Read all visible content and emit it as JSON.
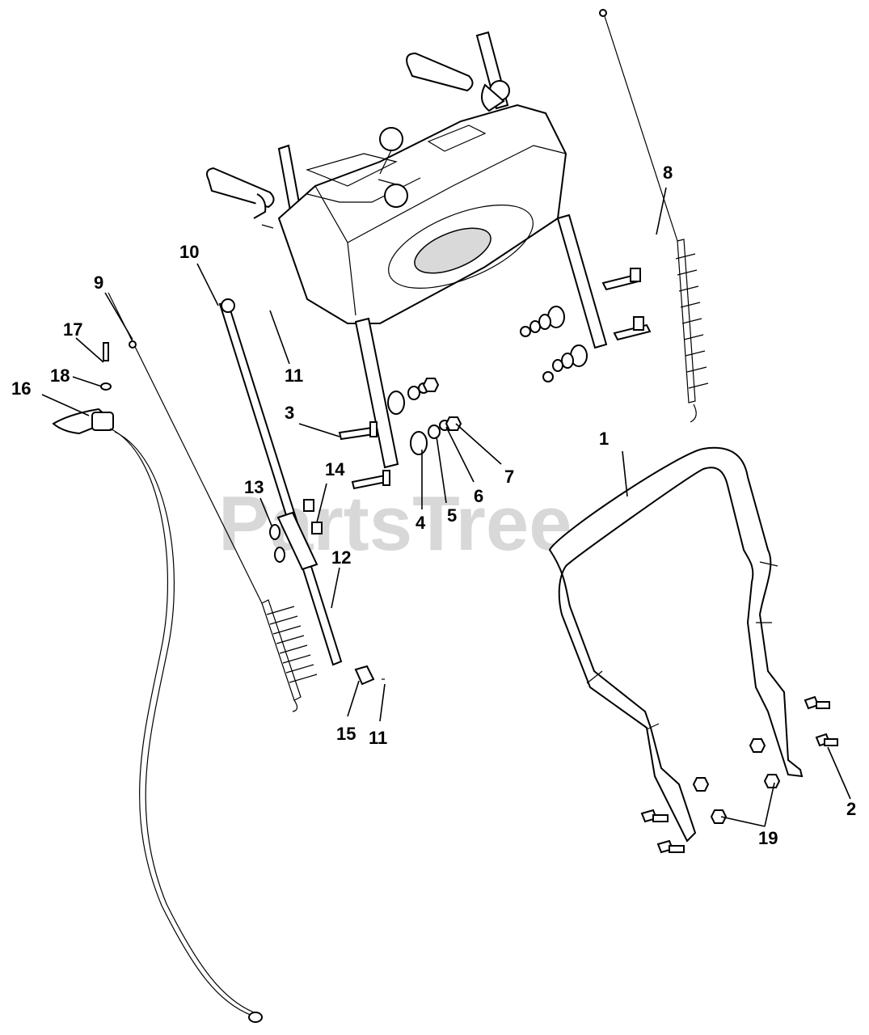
{
  "watermark": {
    "text": "PartsTree",
    "mark": "™"
  },
  "callouts": [
    {
      "id": "c1",
      "label": "1"
    },
    {
      "id": "c2",
      "label": "2"
    },
    {
      "id": "c3",
      "label": "3"
    },
    {
      "id": "c4",
      "label": "4"
    },
    {
      "id": "c5",
      "label": "5"
    },
    {
      "id": "c6",
      "label": "6"
    },
    {
      "id": "c7",
      "label": "7"
    },
    {
      "id": "c8",
      "label": "8"
    },
    {
      "id": "c9",
      "label": "9"
    },
    {
      "id": "c10",
      "label": "10"
    },
    {
      "id": "c11a",
      "label": "11"
    },
    {
      "id": "c11b",
      "label": "11"
    },
    {
      "id": "c12",
      "label": "12"
    },
    {
      "id": "c13",
      "label": "13"
    },
    {
      "id": "c14",
      "label": "14"
    },
    {
      "id": "c15",
      "label": "15"
    },
    {
      "id": "c16",
      "label": "16"
    },
    {
      "id": "c17",
      "label": "17"
    },
    {
      "id": "c18",
      "label": "18"
    },
    {
      "id": "c19",
      "label": "19"
    }
  ]
}
